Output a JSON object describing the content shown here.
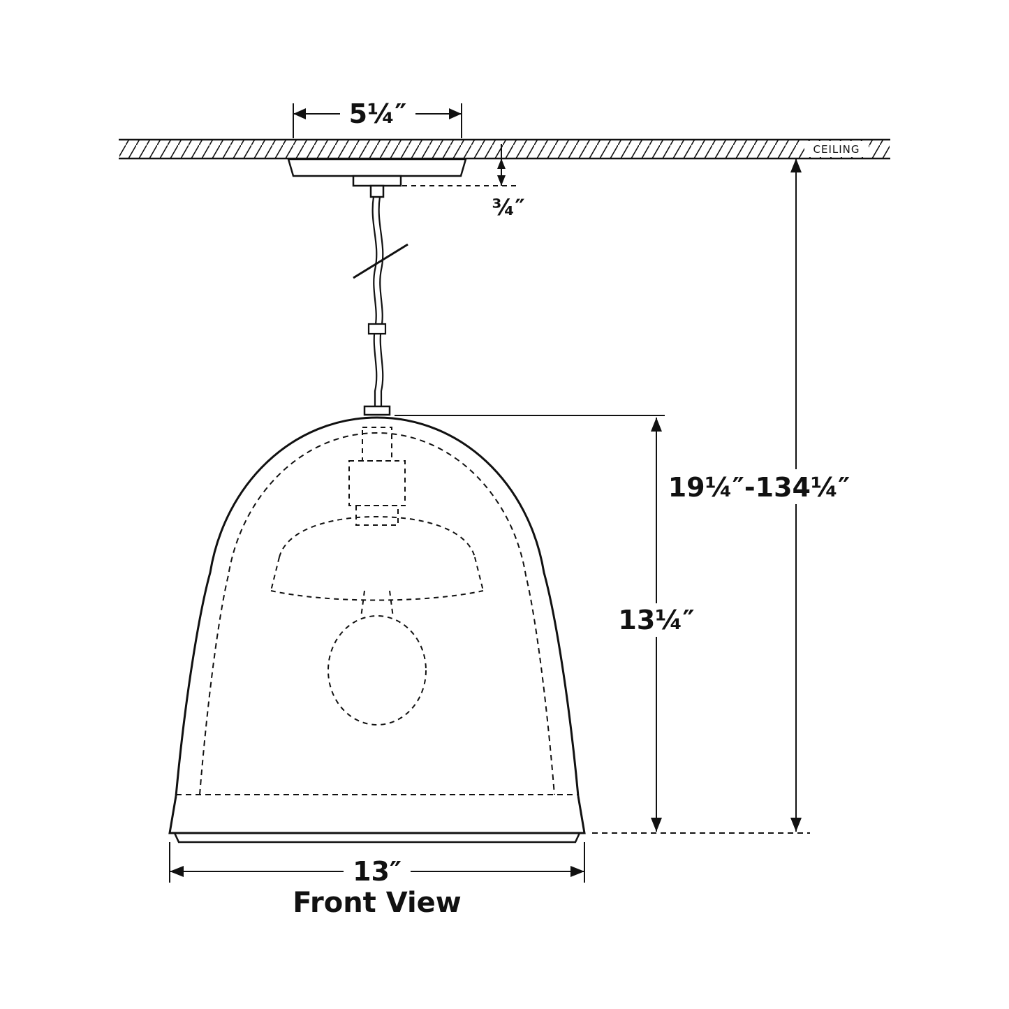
{
  "diagram": {
    "ceiling_label": "CEILING",
    "dims": {
      "canopy_width": "5¼″",
      "canopy_drop": "¾″",
      "overall_height": "19¼″-134¼″",
      "shade_height": "13¼″",
      "shade_width": "13″"
    },
    "caption": "Front View",
    "colors": {
      "line": "#111111",
      "background": "#ffffff"
    }
  }
}
